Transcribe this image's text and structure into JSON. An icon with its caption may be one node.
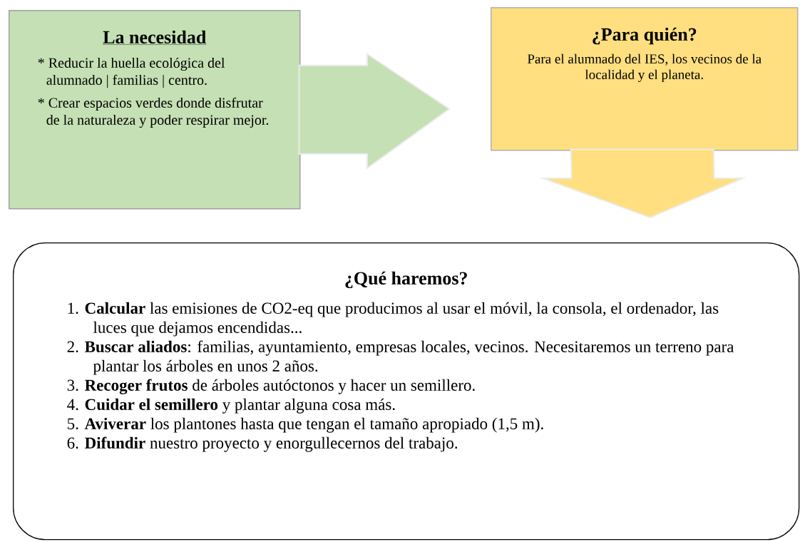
{
  "diagram": {
    "nodes": [
      {
        "text": [
          "La necesidad",
          "* Reducir la huella ecológica del alumnado | familias | centro.",
          "* Crear espacios verdes donde disfrutar de la naturaleza y poder respirar mejor."
        ]
      },
      {
        "text": [
          "¿Para quién?",
          "Para el alumnado del IES, los vecinos de la localidad y el planeta."
        ]
      },
      {
        "text": [
          "¿Qué haremos?",
          "1. **Calcular** las emisiones de CO2-eq que producimos al usar el móvil, la consola, el ordenador, las luces que dejamos encendidas...",
          "2. **Buscar aliados**: familias, ayuntamiento, empresas locales, vecinos. Necesitaremos un terreno para plantar los árboles en unos 2 años.",
          "3. **Recoger frutos** de árboles autóctonos y hacer un semillero.",
          "4. **Cuidar el semillero** y plantar alguna cosa más.",
          "5. **Aviverar** los plantones hasta que tengan el tamaño apropiado (1,5 m).",
          "6. **Difundir** nuestro proyecto y enorgullecernos del trabajo."
        ]
      }
    ],
    "edges": [
      {
        "from": 0,
        "to": 1,
        "arrow": "to",
        "color": "#c5e0b4"
      },
      {
        "from": 1,
        "to": 2,
        "arrow": "to",
        "color": "#ffdf80"
      }
    ]
  }
}
